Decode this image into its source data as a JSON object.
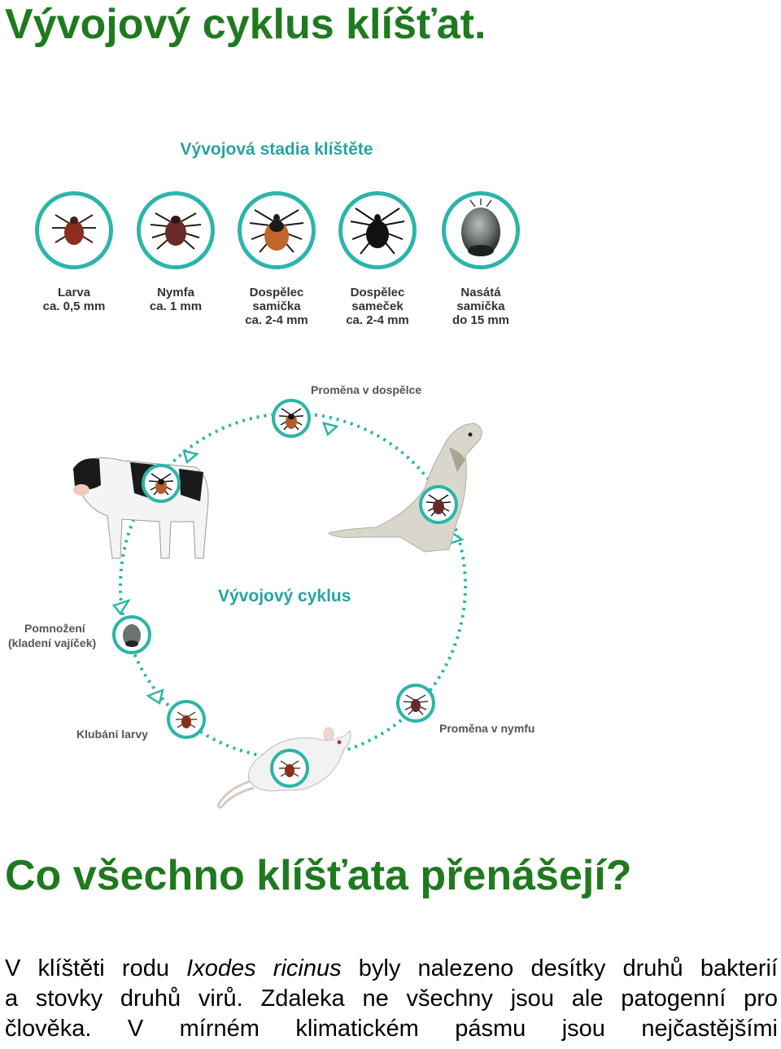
{
  "heading_1": "Vývojový cyklus klíšťat.",
  "figure": {
    "title": "Vývojová stadia klíštěte",
    "stages": [
      {
        "name": "Larva",
        "size": "ca. 0,5 mm"
      },
      {
        "name": "Nymfa",
        "size": "ca. 1 mm"
      },
      {
        "name": "Dospělec samička",
        "size": "ca. 2-4 mm"
      },
      {
        "name": "Dospělec sameček",
        "size": "ca. 2-4 mm"
      },
      {
        "name": "Nasátá samička",
        "size": "do 15 mm"
      }
    ],
    "cycle": {
      "title": "Vývojový cyklus",
      "labels": {
        "adult": "Proměna v dospělce",
        "nymph": "Proměna v nymfu",
        "hatch": "Klubání larvy",
        "reproduce_1": "Pomnožení",
        "reproduce_2": "(kladení vajíček)"
      }
    },
    "icons": [
      "tick-larva-icon",
      "tick-nymph-icon",
      "tick-female-icon",
      "tick-male-icon",
      "engorged-tick-icon",
      "cow-icon",
      "dog-icon",
      "mouse-icon"
    ],
    "colors": {
      "accent": "#2cb5a8",
      "heading": "#1f7a1f"
    }
  },
  "heading_2": "Co všechno klíšťata přenášejí?",
  "paragraph": {
    "line1_pre": "V klíštěti rodu ",
    "line1_species": "Ixodes ricinus",
    "line1_post": " byly nalezeno desítky druhů bakterií",
    "line2": "a stovky druhů virů. Zdaleka ne všechny jsou ale patogenní pro",
    "line3": "člověka. V mírném klimatickém pásmu jsou nejčastějšími"
  }
}
